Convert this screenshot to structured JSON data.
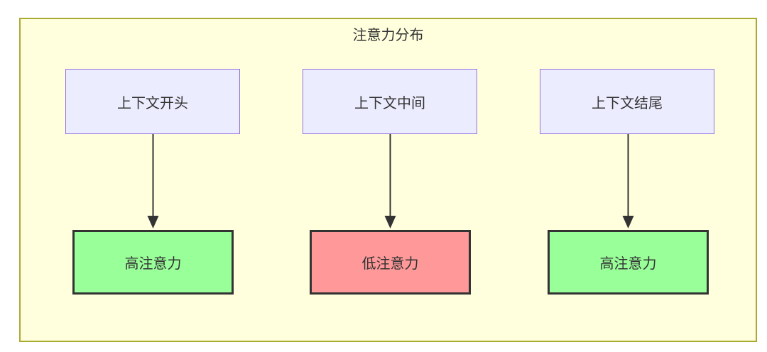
{
  "diagram": {
    "title": "注意力分布",
    "top_nodes": [
      {
        "id": "context-start",
        "label": "上下文开头"
      },
      {
        "id": "context-middle",
        "label": "上下文中间"
      },
      {
        "id": "context-end",
        "label": "上下文结尾"
      }
    ],
    "bottom_nodes": [
      {
        "id": "attention-start",
        "label": "高注意力",
        "type": "high"
      },
      {
        "id": "attention-middle",
        "label": "低注意力",
        "type": "low"
      },
      {
        "id": "attention-end",
        "label": "高注意力",
        "type": "high"
      }
    ],
    "edges": [
      {
        "from": "context-start",
        "to": "attention-start"
      },
      {
        "from": "context-middle",
        "to": "attention-middle"
      },
      {
        "from": "context-end",
        "to": "attention-end"
      }
    ],
    "colors": {
      "container_fill": "#ffffde",
      "container_border": "#aaaa33",
      "top_node_fill": "#ececff",
      "top_node_border": "#9370db",
      "high_fill": "#99ff99",
      "low_fill": "#ff9999",
      "node_border_dark": "#333333",
      "arrow": "#333333",
      "text": "#333333"
    }
  }
}
